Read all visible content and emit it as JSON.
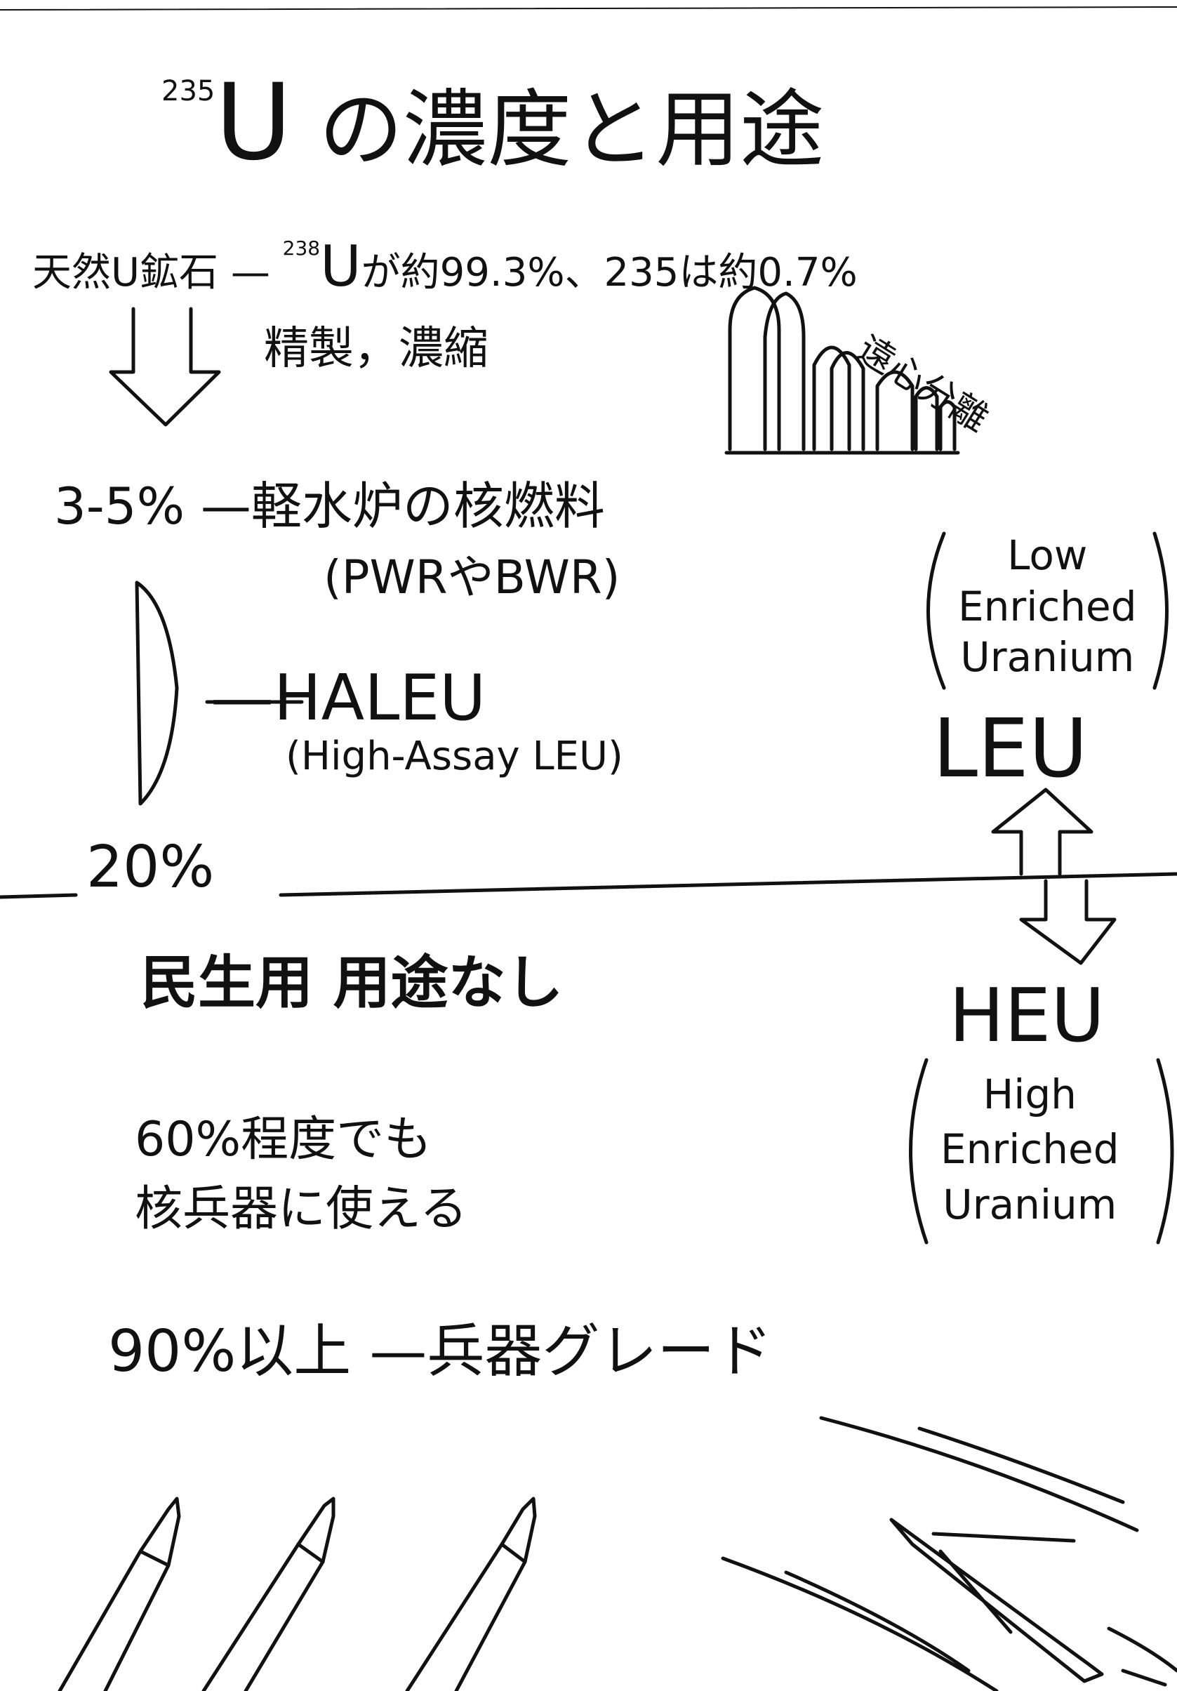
{
  "title": {
    "isotope_mass": "235",
    "element": "U",
    "text": "の濃度と用途"
  },
  "natural": {
    "label": "天然U鉱石",
    "dash": "—",
    "isotope_mass": "238",
    "element": "U",
    "text": "が約99.3%、235は約0.7%"
  },
  "process": {
    "label": "精製，濃縮",
    "centrifuge_label": "遠心分離"
  },
  "levels": {
    "lwr": {
      "range": "3-5%",
      "text": "—軽水炉の核燃料",
      "note": "(PWRやBWR)"
    },
    "haleu": {
      "label": "—HALEU",
      "note": "(High-Assay LEU)"
    },
    "threshold": "20%",
    "civil": "民生用 用途なし",
    "sixty": [
      "60%程度でも",
      "核兵器に使える"
    ],
    "ninety": "90%以上 —兵器グレード"
  },
  "leu": {
    "abbr": "LEU",
    "full": [
      "Low",
      "Enriched",
      "Uranium"
    ]
  },
  "heu": {
    "abbr": "HEU",
    "full": [
      "High",
      "Enriched",
      "Uranium"
    ]
  }
}
